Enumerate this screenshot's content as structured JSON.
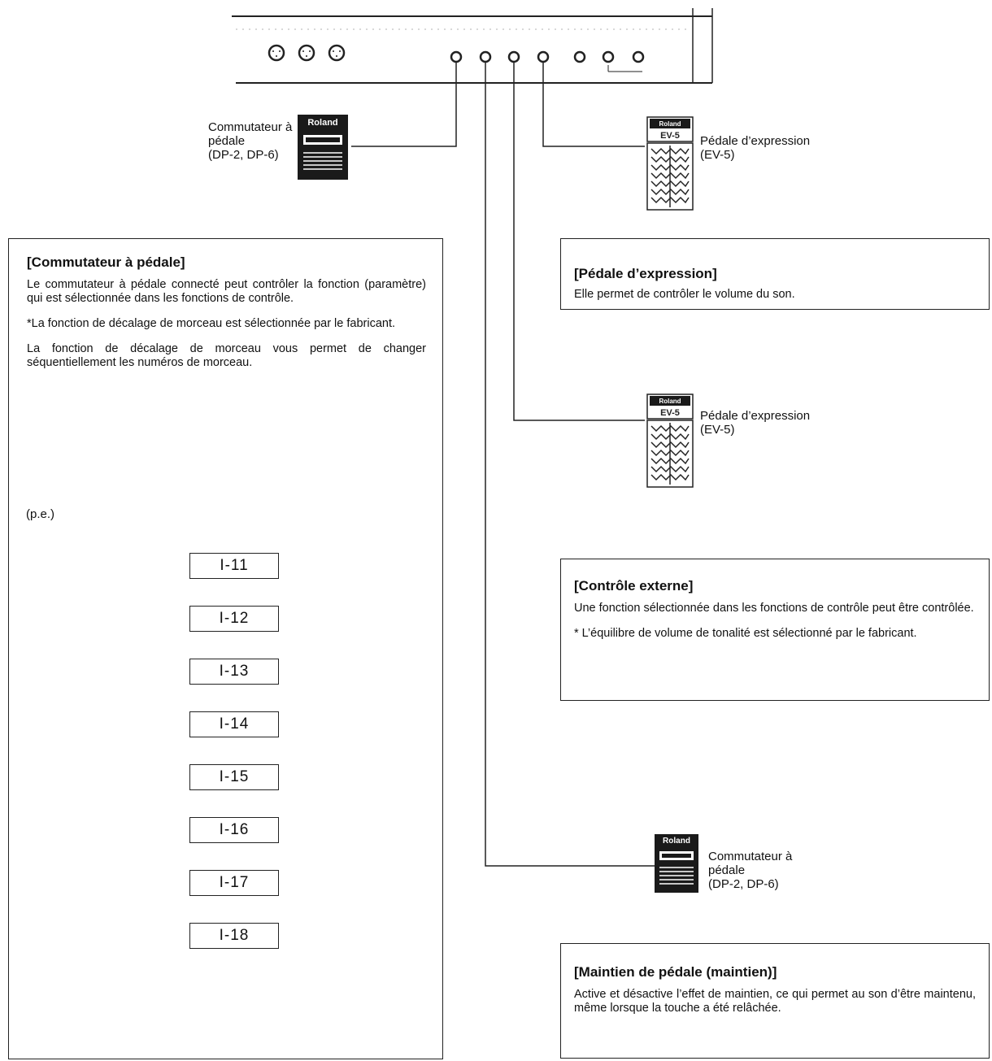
{
  "pedals": {
    "footswitch_label": [
      "Commutateur à",
      "pédale",
      "(DP-2, DP-6)"
    ],
    "expression_label": [
      "Pédale d’expression",
      "(EV-5)"
    ],
    "brand": "Roland",
    "model_ev": "EV-5"
  },
  "box_footswitch": {
    "title": "[Commutateur à pédale]",
    "text1": "Le commutateur à pédale connecté peut contrôler la fonction (paramètre) qui est sélectionnée dans les fonctions de contrôle.",
    "note": "*La fonction de décalage de morceau est sélectionnée par le fabricant.",
    "text2": "La fonction de décalage de morceau vous permet de changer séquentiellement les numéros de morceau.",
    "example_label": "(p.e.)",
    "steps": [
      "I-11",
      "I-12",
      "I-13",
      "I-14",
      "I-15",
      "I-16",
      "I-17",
      "I-18"
    ]
  },
  "box_expression": {
    "title": "[Pédale d’expression]",
    "text": "Elle permet de contrôler le volume du son."
  },
  "box_external": {
    "title": "[Contrôle externe]",
    "text": "Une fonction sélectionnée dans les fonctions de contrôle peut être contrôlée.",
    "note": "* L’équilibre de volume de tonalité est sélectionné par le fabricant."
  },
  "box_hold": {
    "title": "[Maintien de pédale (maintien)]",
    "text": "Active et désactive l’effet de maintien, ce qui permet au son d’être maintenu, même lorsque la touche a été relâchée."
  }
}
